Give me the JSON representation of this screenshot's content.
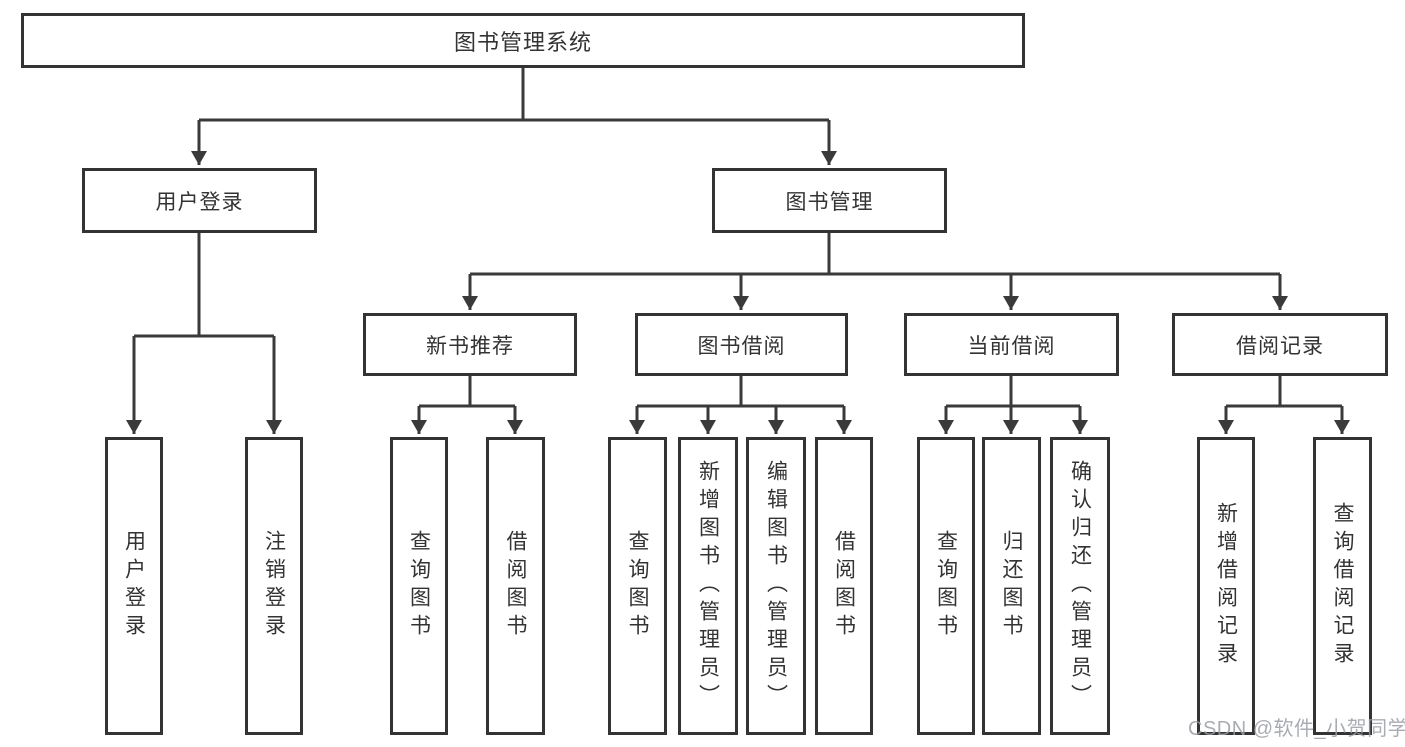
{
  "page": {
    "background": "#ffffff"
  },
  "colors": {
    "line": "#3a3a3a",
    "box_border": "#333333",
    "text": "#333333",
    "watermark": "#9aa0a6"
  },
  "tree": {
    "root": "图书管理系统",
    "children": [
      {
        "label": "用户登录",
        "children": [
          {
            "label": "用户登录"
          },
          {
            "label": "注销登录"
          }
        ]
      },
      {
        "label": "图书管理",
        "children": [
          {
            "label": "新书推荐",
            "children": [
              {
                "label": "查询图书"
              },
              {
                "label": "借阅图书"
              }
            ]
          },
          {
            "label": "图书借阅",
            "children": [
              {
                "label": "查询图书"
              },
              {
                "label": "新增图书（管理员）"
              },
              {
                "label": "编辑图书（管理员）"
              },
              {
                "label": "借阅图书"
              }
            ]
          },
          {
            "label": "当前借阅",
            "children": [
              {
                "label": "查询图书"
              },
              {
                "label": "归还图书"
              },
              {
                "label": "确认归还（管理员）"
              }
            ]
          },
          {
            "label": "借阅记录",
            "children": [
              {
                "label": "新增借阅记录"
              },
              {
                "label": "查询借阅记录"
              }
            ]
          }
        ]
      }
    ]
  },
  "watermark": {
    "text": "CSDN @软件_小贺同学"
  }
}
